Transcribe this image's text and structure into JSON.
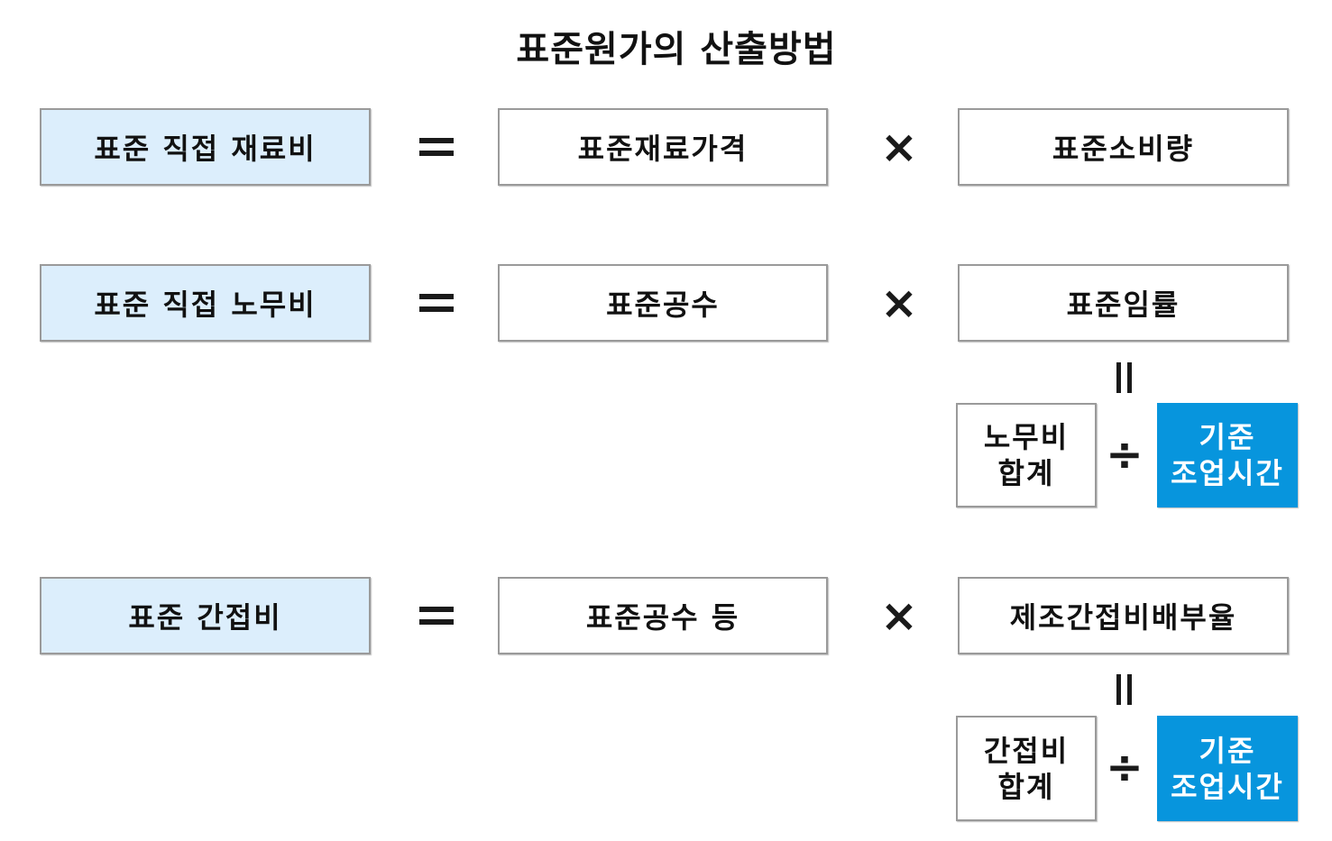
{
  "title": "표준원가의 산출방법",
  "rows": [
    {
      "lhs": "표준 직접 재료비",
      "operand1": "표준재료가격",
      "operand2": "표준소비량"
    },
    {
      "lhs": "표준 직접 노무비",
      "operand1": "표준공수",
      "operand2": "표준임률",
      "breakdown": {
        "numerator": [
          "노무비",
          "합계"
        ],
        "denominator": [
          "기준",
          "조업시간"
        ]
      }
    },
    {
      "lhs": "표준 간접비",
      "operand1": "표준공수 등",
      "operand2": "제조간접비배부율",
      "breakdown": {
        "numerator": [
          "간접비",
          "합계"
        ],
        "denominator": [
          "기준",
          "조업시간"
        ]
      }
    }
  ],
  "operators": {
    "times": "×",
    "divide": "÷"
  },
  "colors": {
    "lhs_fill": "#dceefc",
    "highlight_fill": "#0795dd",
    "border": "#9a9a9a"
  }
}
